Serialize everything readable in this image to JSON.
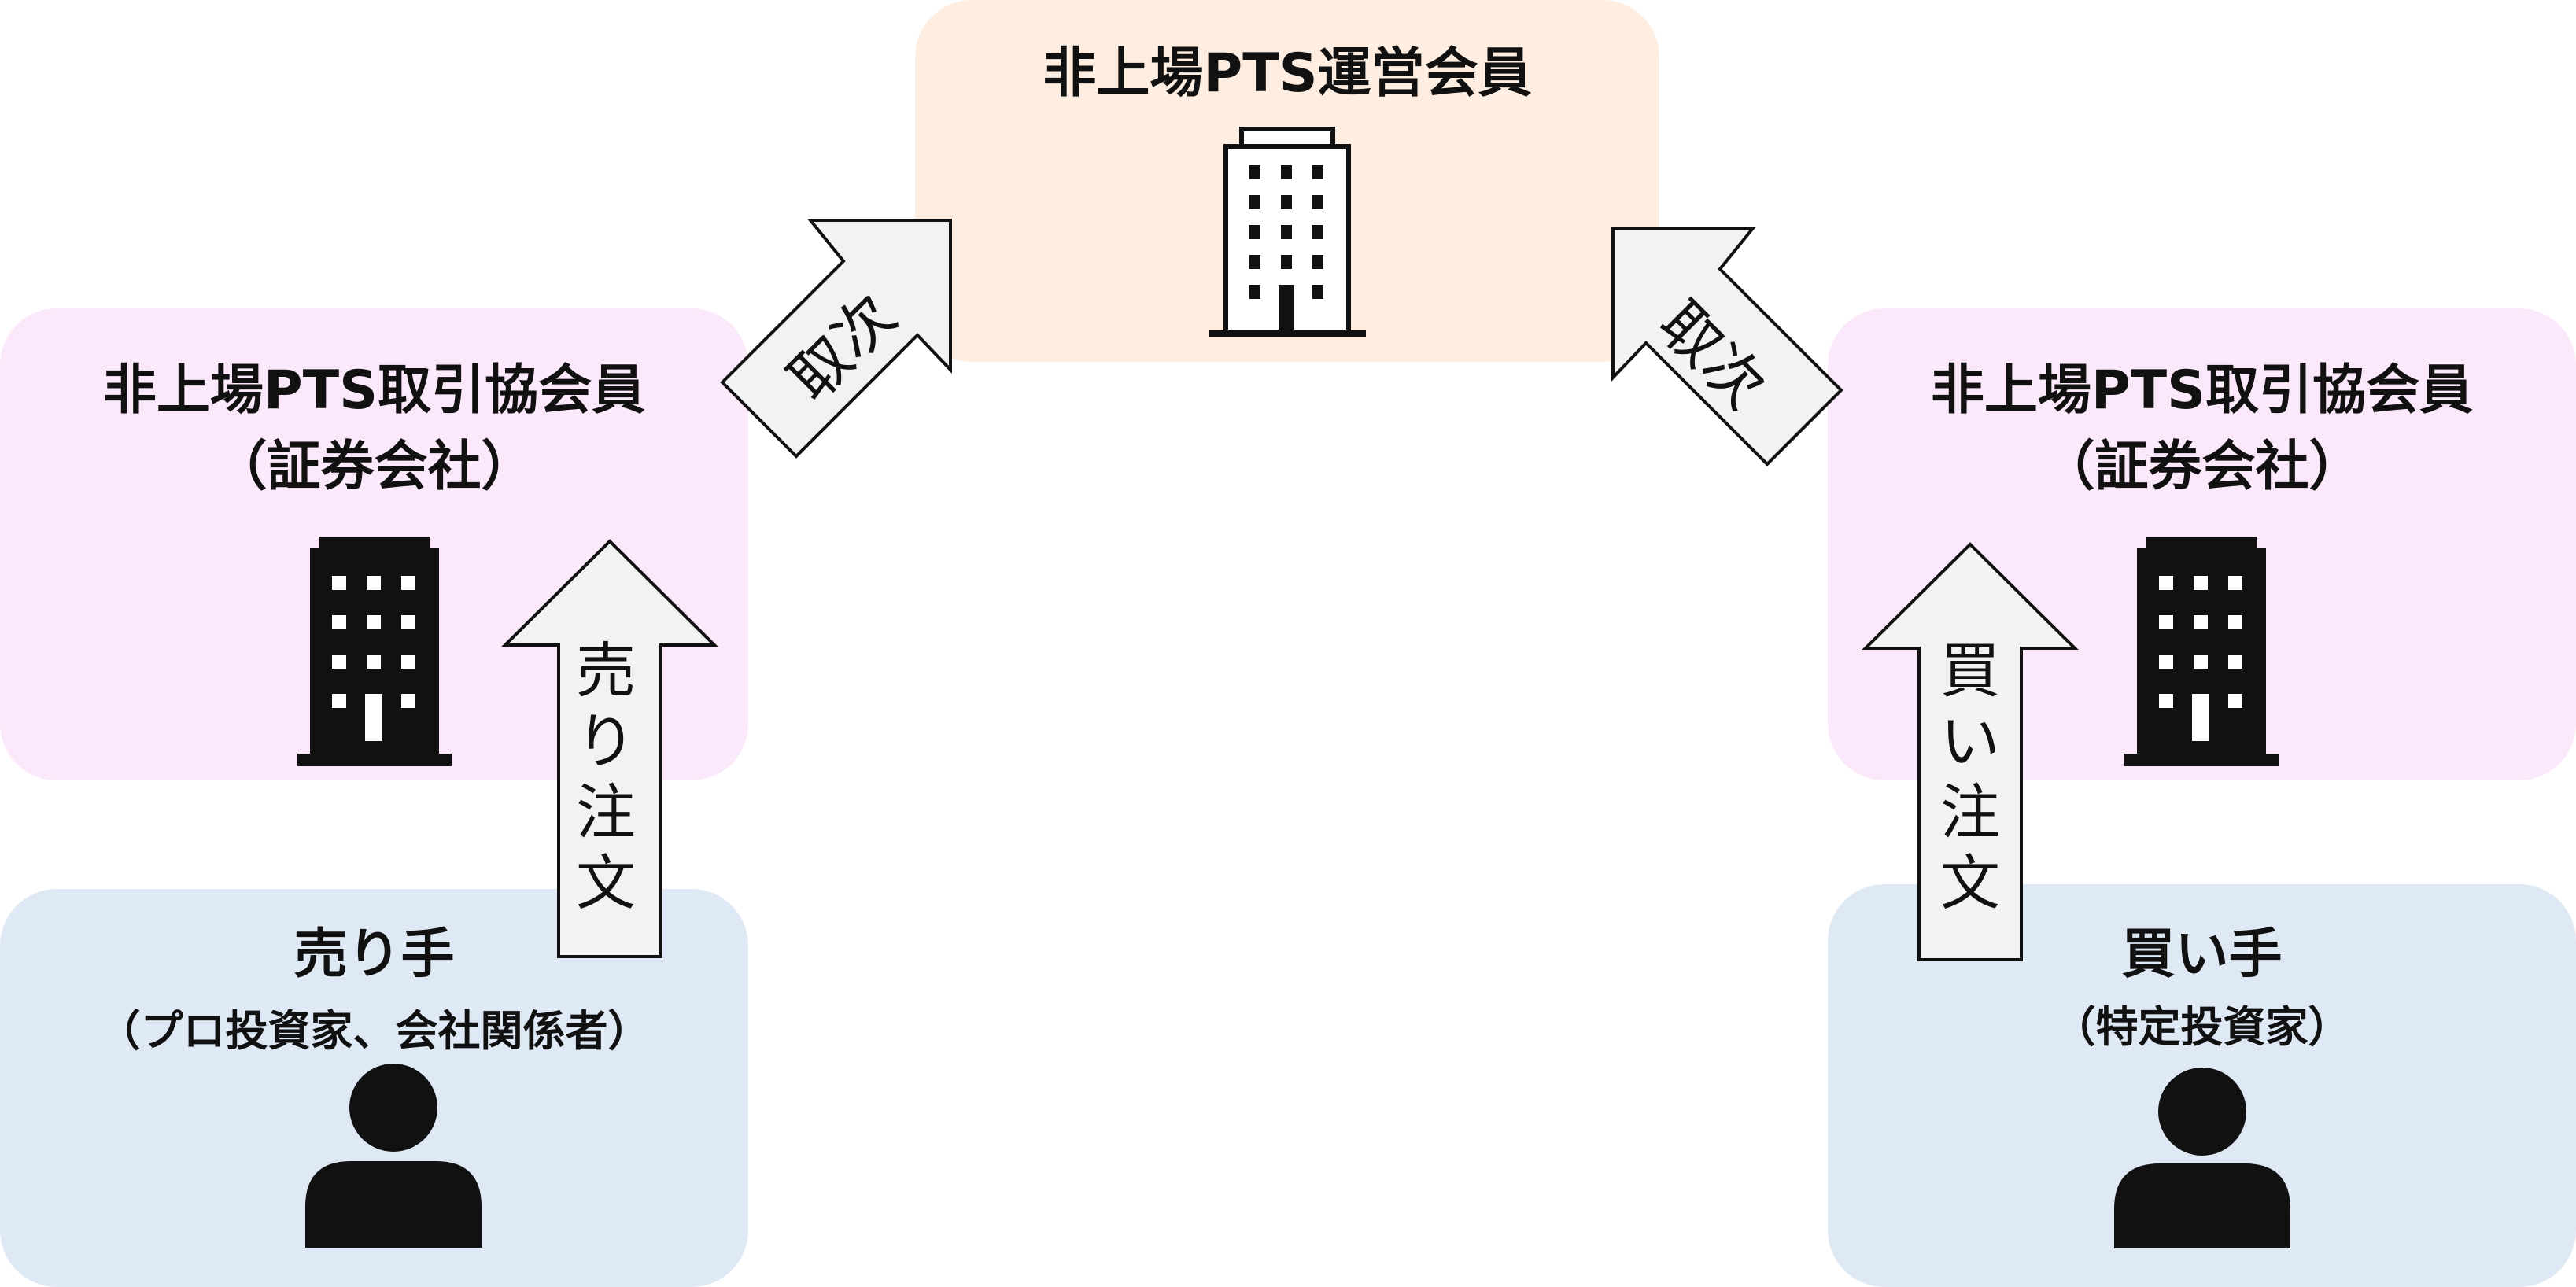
{
  "operator": {
    "title": "非上場PTS運営会員"
  },
  "member_left": {
    "title": "非上場PTS取引協会員",
    "subtitle": "（証券会社）"
  },
  "member_right": {
    "title": "非上場PTS取引協会員",
    "subtitle": "（証券会社）"
  },
  "seller": {
    "title": "売り手",
    "subtitle": "（プロ投資家、会社関係者）"
  },
  "buyer": {
    "title": "買い手",
    "subtitle": "（特定投資家）"
  },
  "arrows": {
    "sell_order": [
      "売",
      "り",
      "注",
      "文"
    ],
    "buy_order": [
      "買",
      "い",
      "注",
      "文"
    ],
    "relay_left": "取次",
    "relay_right": "取次"
  },
  "icons": {
    "operator": "building-outline-icon",
    "member_left": "building-solid-icon",
    "member_right": "building-solid-icon",
    "seller": "person-icon",
    "buyer": "person-icon"
  },
  "colors": {
    "operator_bg": "#fdeee1",
    "member_bg": "#fce8fb",
    "person_bg": "#dee9f5",
    "arrow_fill": "#f2f2f2"
  }
}
